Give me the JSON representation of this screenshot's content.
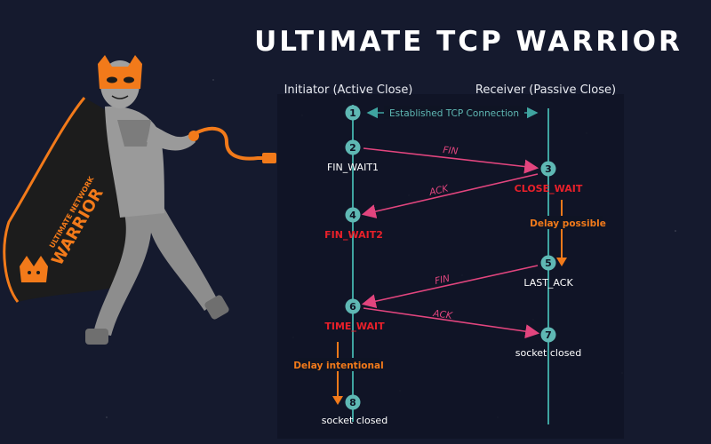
{
  "title": "ULTIMATE TCP WARRIOR",
  "mascot": {
    "cape_text_top": "ULTIMATE NETWORK",
    "cape_text_main": "WARRIOR"
  },
  "columns": {
    "initiator": "Initiator (Active Close)",
    "receiver": "Receiver (Passive Close)"
  },
  "connection_label": "Established TCP Connection",
  "nodes": [
    {
      "n": "1",
      "state": "",
      "state_color": ""
    },
    {
      "n": "2",
      "state": "FIN_WAIT1",
      "state_color": "#ffffff"
    },
    {
      "n": "3",
      "state": "CLOSE_WAIT",
      "state_color": "#e8202a"
    },
    {
      "n": "4",
      "state": "FIN_WAIT2",
      "state_color": "#e8202a"
    },
    {
      "n": "5",
      "state": "LAST_ACK",
      "state_color": "#ffffff"
    },
    {
      "n": "6",
      "state": "TIME_WAIT",
      "state_color": "#e8202a"
    },
    {
      "n": "7",
      "state": "socket closed",
      "state_color": "#ffffff"
    },
    {
      "n": "8",
      "state": "socket closed",
      "state_color": "#ffffff"
    }
  ],
  "messages": [
    {
      "label": "FIN"
    },
    {
      "label": "ACK"
    },
    {
      "label": "FIN"
    },
    {
      "label": "ACK"
    }
  ],
  "delays": {
    "receiver": "Delay possible",
    "initiator": "Delay intentional"
  },
  "colors": {
    "background": "#151a2e",
    "panel": "#0f1424",
    "timeline": "#3fa4a0",
    "node_fill": "#5fb8b4",
    "message_arrow": "#e2457e",
    "delay_arrow": "#f27a1a",
    "state_red": "#e8202a",
    "mascot_orange": "#f27a1a",
    "mascot_grey": "#8d8d8d"
  },
  "icons": [
    "cape-warrior-mascot",
    "ethernet-cable-icon",
    "mask-icon",
    "fox-logo-icon"
  ]
}
